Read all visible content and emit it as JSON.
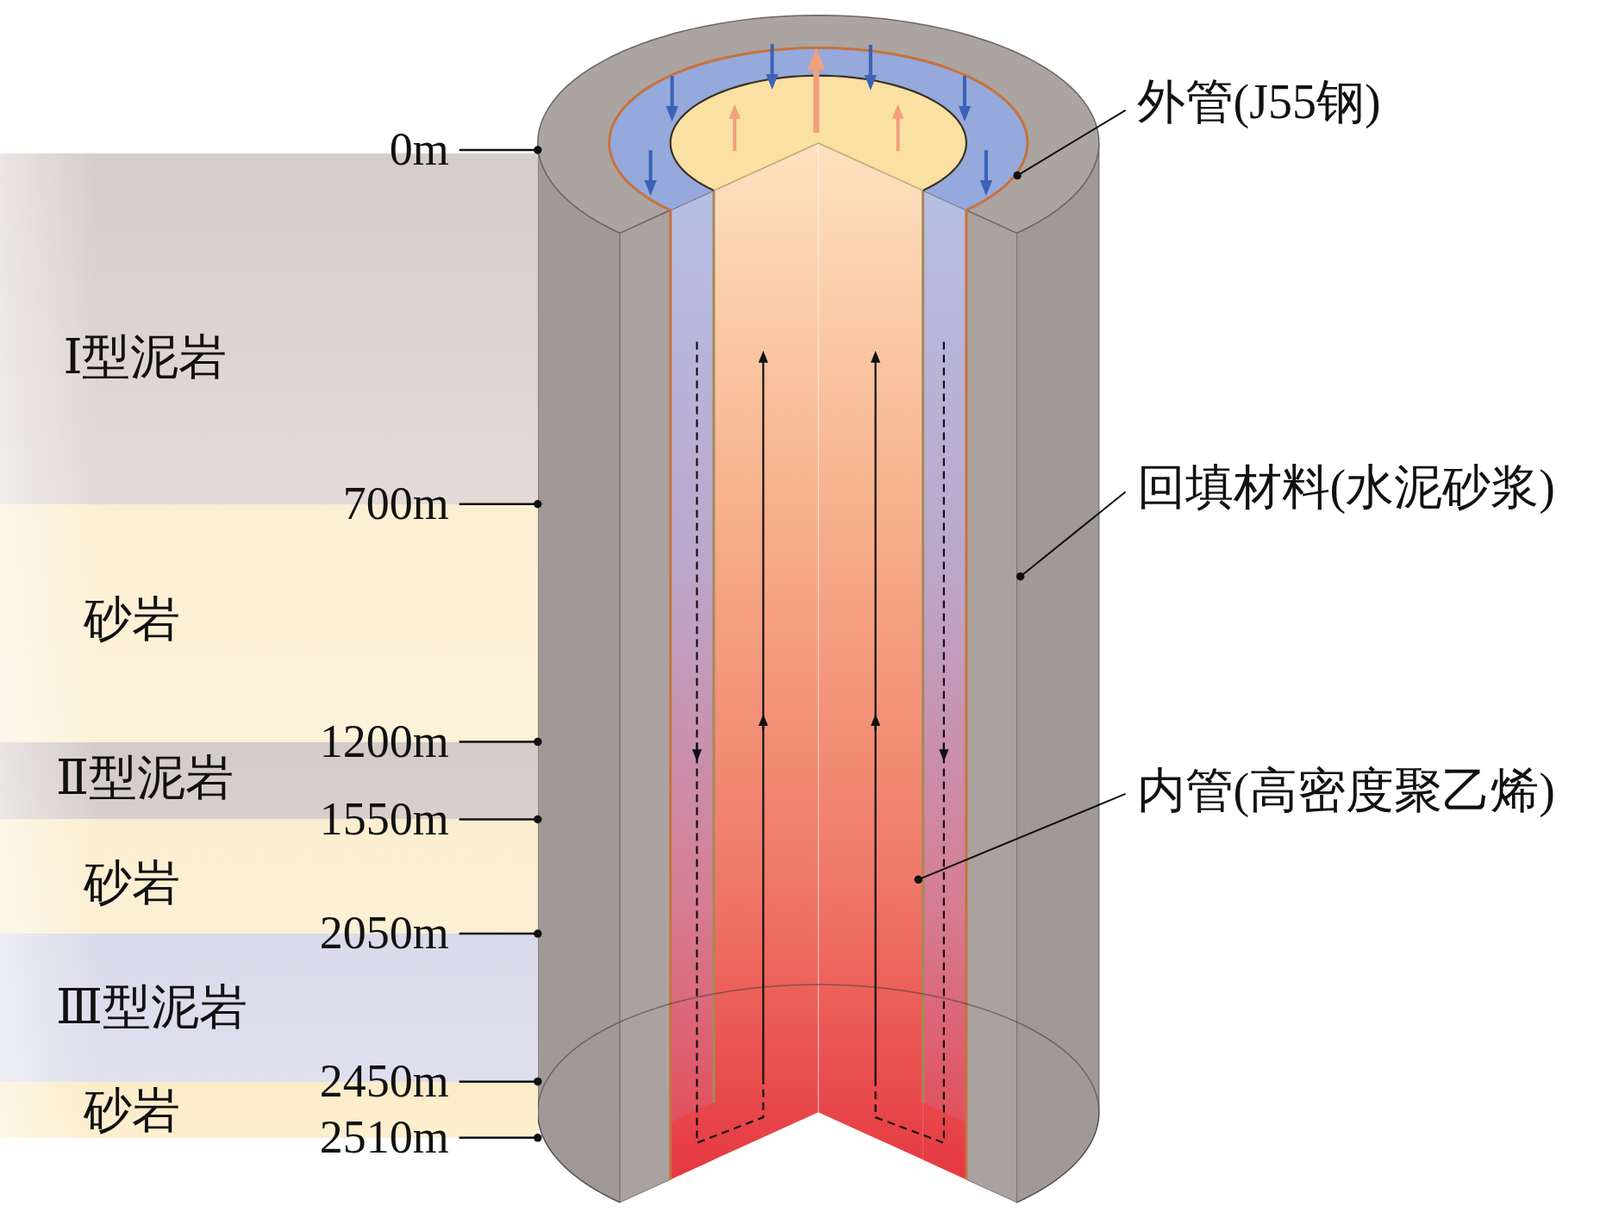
{
  "diagram": {
    "nodes": [
      {
        "text": [
          "Ⅰ型泥岩"
        ]
      },
      {
        "text": [
          "砂岩"
        ]
      },
      {
        "text": [
          "Ⅱ型泥岩"
        ]
      },
      {
        "text": [
          "砂岩"
        ]
      },
      {
        "text": [
          "Ⅲ型泥岩"
        ]
      },
      {
        "text": [
          "砂岩"
        ]
      }
    ],
    "labels": [
      "0m",
      "700m",
      "1200m",
      "1550m",
      "2050m",
      "2450m",
      "2510m",
      "外管(J55钢)",
      "回填材料(水泥砂浆)",
      "内管(高密度聚乙烯)"
    ]
  }
}
